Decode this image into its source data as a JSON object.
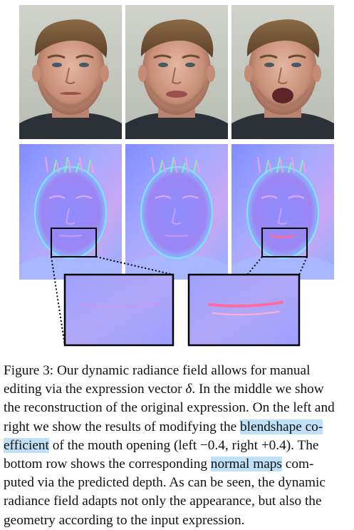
{
  "figure": {
    "panels": {
      "photos": [
        "Left photo: mouth closed (left -0.4)",
        "Middle photo: reconstruction of the original expression",
        "Right photo: mouth open (right +0.4)"
      ],
      "normal_maps": [
        "Left normal map",
        "Middle normal map",
        "Right normal map"
      ],
      "zooms": [
        "Zoomed mouth region (left)",
        "Zoomed mouth region (right)"
      ]
    },
    "colors": {
      "highlight": "#bfe0f6",
      "normal_base": "#8f8bff",
      "photo_bg": "#c9ccc4"
    }
  },
  "caption": {
    "lines": [
      [
        "Figure 3:  Our dynamic radiance field allows for manual"
      ],
      [
        "editing via the expression vector ",
        "δ",
        ".  In the middle we show"
      ],
      [
        "the reconstruction of the original expression.  On the left and"
      ],
      [
        "right we show the results of modifying the ",
        "blendshape co-"
      ],
      [
        "efficient",
        " of the mouth opening (left −0.4, right +0.4).  The"
      ],
      [
        "bottom row shows the corresponding ",
        "normal maps",
        " com-"
      ],
      [
        "puted via the predicted depth.  As can be seen, the dynamic"
      ],
      [
        "radiance field adapts not only the appearance, but also the"
      ],
      [
        "geometry according to the input expression."
      ]
    ]
  }
}
